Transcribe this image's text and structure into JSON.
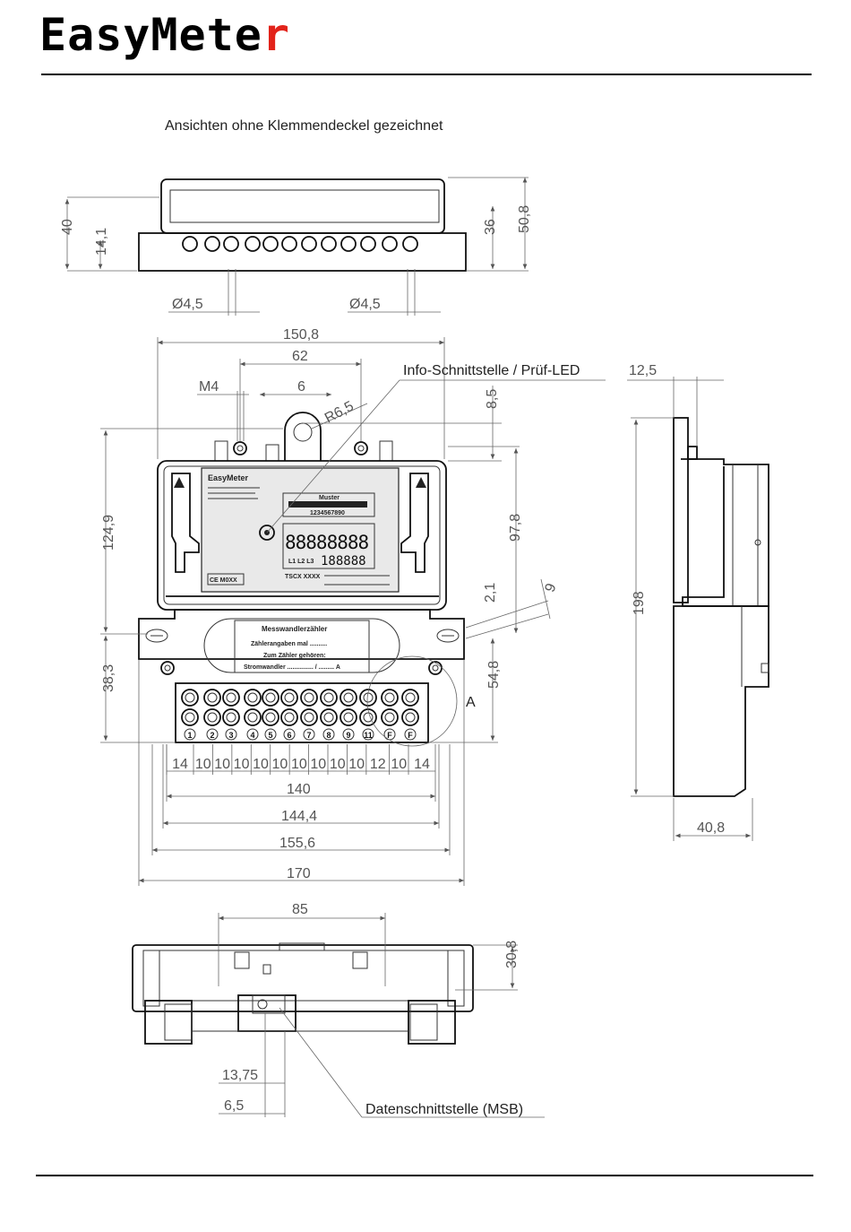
{
  "brand": {
    "logo_main": "EasyMete",
    "logo_accent": "r",
    "accent_color": "#e2231a"
  },
  "subtitle": "Ansichten ohne Klemmendeckel gezeichnet",
  "callouts": {
    "info_led": "Info-Schnittstelle / Prüf-LED",
    "msb": "Datenschnittstelle (MSB)",
    "detail": "A"
  },
  "dims_top_view": {
    "h40": "40",
    "h14_1": "14,1",
    "h36": "36",
    "h50_8": "50,8",
    "dia_left": "Ø4,5",
    "dia_right": "Ø4,5"
  },
  "dims_front": {
    "w150_8": "150,8",
    "w62": "62",
    "m4": "M4",
    "w6": "6",
    "r6_5": "R6,5",
    "h8_5": "8,5",
    "h97_8": "97,8",
    "h2_1": "2,1",
    "h9": "9",
    "h124_9": "124,9",
    "h38_3": "38,3",
    "h54_8": "54,8",
    "terminal_spacing": [
      "14",
      "10",
      "10",
      "10",
      "10",
      "10",
      "10",
      "10",
      "10",
      "10",
      "12",
      "10",
      "14"
    ],
    "w140": "140",
    "w144_4": "144,4",
    "w155_6": "155,6",
    "w170": "170"
  },
  "dims_side": {
    "w12_5": "12,5",
    "h198": "198",
    "w40_8": "40,8"
  },
  "dims_bottom": {
    "w85": "85",
    "h30_8": "30,8",
    "w13_75": "13,75",
    "w6_5": "6,5"
  },
  "meter_panel": {
    "brand": "EasyMeter",
    "muster": "Muster",
    "serial": "1234567890",
    "segments": "88888888",
    "phases": "L1 L2 L3",
    "segments_small": "188888",
    "ce_mark": "CE M0XX",
    "firmware": "TSCX XXXX",
    "card_title": "Messwandlerzähler",
    "card_line1": "Zählerangaben mal ..........",
    "card_line2": "Zum Zähler gehören:",
    "card_line3": "Stromwandler ............... / ......... A"
  },
  "terminals": [
    "1",
    "2",
    "3",
    "4",
    "5",
    "6",
    "7",
    "8",
    "9",
    "11",
    "F",
    "F"
  ]
}
